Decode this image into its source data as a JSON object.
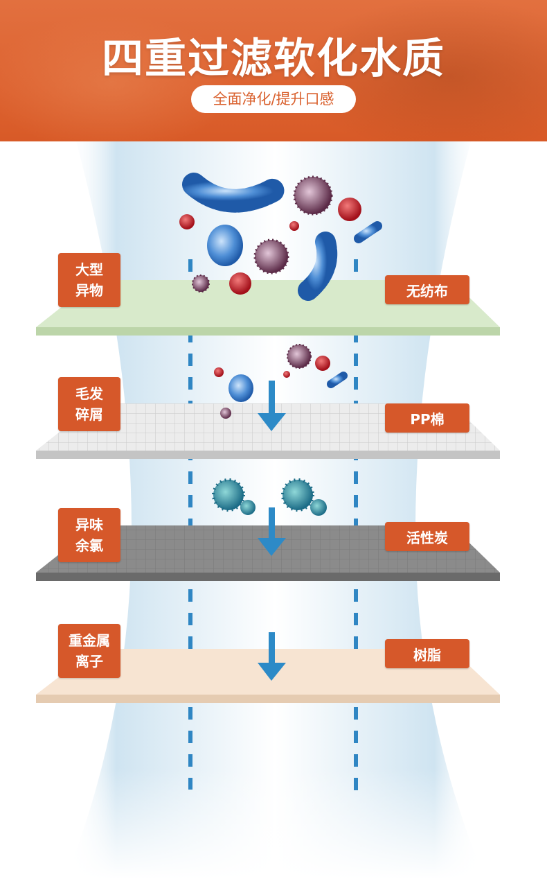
{
  "header": {
    "title": "四重过滤软化水质",
    "subtitle": "全面净化/提升口感"
  },
  "layers": [
    {
      "left_label": "大型\n异物",
      "right_label": "无纺布",
      "color": "#d6e9c8"
    },
    {
      "left_label": "毛发\n碎屑",
      "right_label": "PP棉",
      "color": "#e5e5e5"
    },
    {
      "left_label": "异味\n余氯",
      "right_label": "活性炭",
      "color": "#8a8a8a"
    },
    {
      "left_label": "重金属\n离子",
      "right_label": "树脂",
      "color": "#f6e2cf"
    }
  ],
  "colors": {
    "accent": "#d6582a",
    "water": "#cfe6f3",
    "arrow": "#2d8ac7",
    "dash": "#2f86c3"
  }
}
